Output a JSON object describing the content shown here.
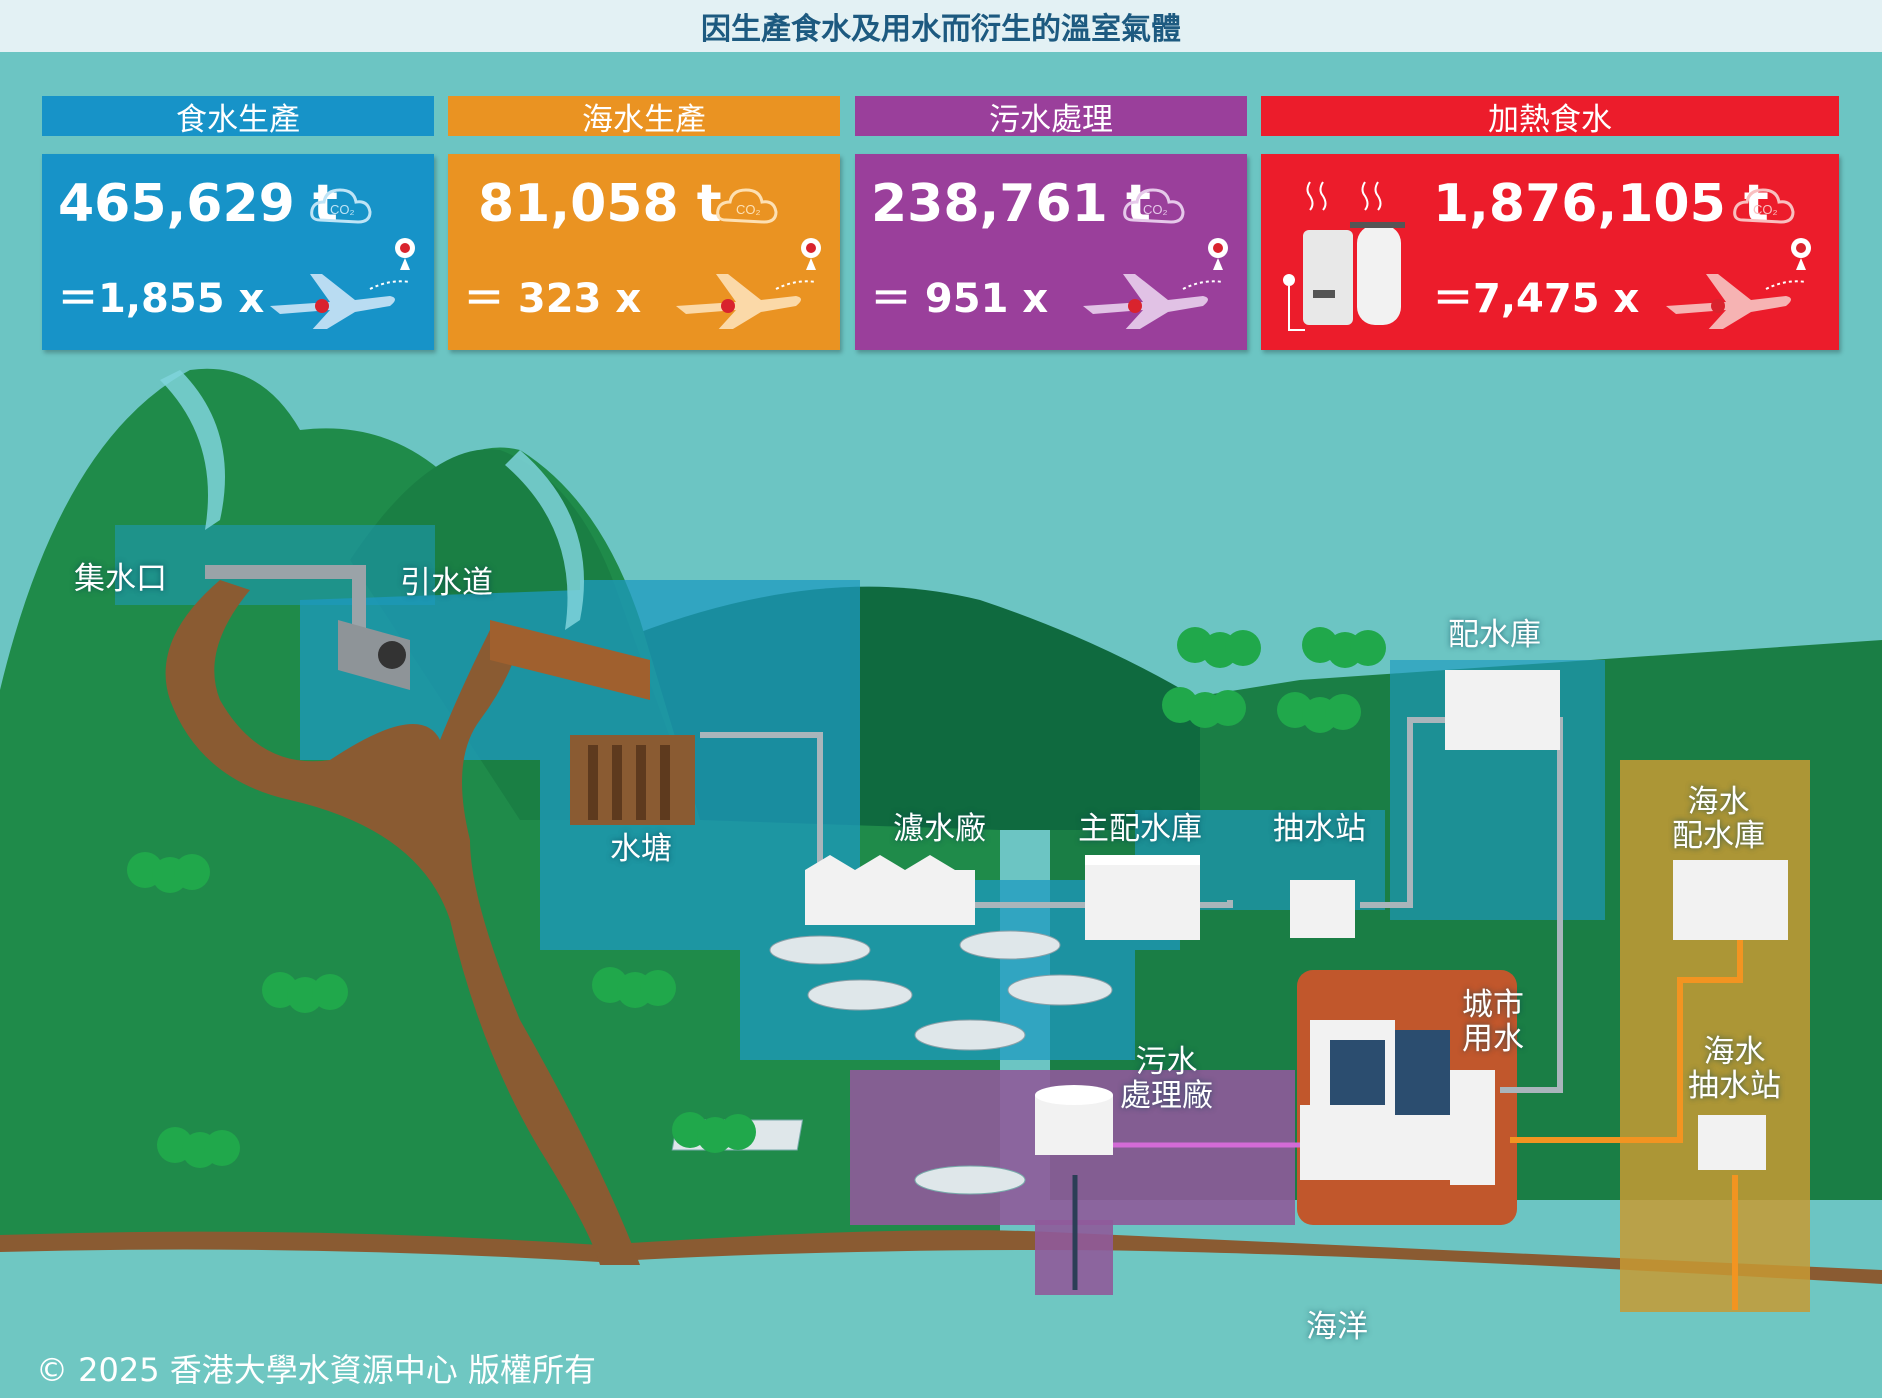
{
  "title": "因生產食水及用水而衍生的溫室氣體",
  "cards": [
    {
      "id": "fresh",
      "heading": "食水生產",
      "amount": "465,629 t",
      "equiv": "＝1,855 x",
      "color": "#1793c8",
      "plane_color": "#b9dcf2"
    },
    {
      "id": "sea",
      "heading": "海水生產",
      "amount": "81,058 t",
      "equiv": "＝ 323 x",
      "color": "#ea9322",
      "plane_color": "#fbd9a8"
    },
    {
      "id": "sewage",
      "heading": "污水處理",
      "amount": "238,761 t",
      "equiv": "＝ 951 x",
      "color": "#9a3f9b",
      "plane_color": "#e1c2e5"
    },
    {
      "id": "heating",
      "heading": "加熱食水",
      "amount": "1,876,105 t",
      "equiv": "＝7,475 x",
      "color": "#ec1c2b",
      "plane_color": "#f6b3b3"
    }
  ],
  "co2_label": "CO₂",
  "labels": {
    "catchment": "集水口",
    "catchwater": "引水道",
    "reservoir": "水塘",
    "treatment": "濾水廠",
    "primary_service_reservoir": "主配水庫",
    "pumping_station": "抽水站",
    "service_reservoir": "配水庫",
    "seawater_service_reservoir": [
      "海水",
      "配水庫"
    ],
    "city_use": [
      "城市",
      "用水"
    ],
    "sewage_plant": [
      "污水",
      "處理廠"
    ],
    "seawater_pumping": [
      "海水",
      "抽水站"
    ],
    "ocean": "海洋"
  },
  "copyright": "© 2025 香港大學水資源中心 版權所有",
  "colors": {
    "sky": "#6cc5c3",
    "mountain": "#1f8b4a",
    "hill_dark": "#0f6a3f",
    "water": "#1d9ac0",
    "pipe": "#a9b5bb",
    "sewage_zone": "#8f5a9a",
    "city_zone": "#c1572c",
    "seawater_zone": "#c79a34",
    "river": "#8a5b32"
  }
}
